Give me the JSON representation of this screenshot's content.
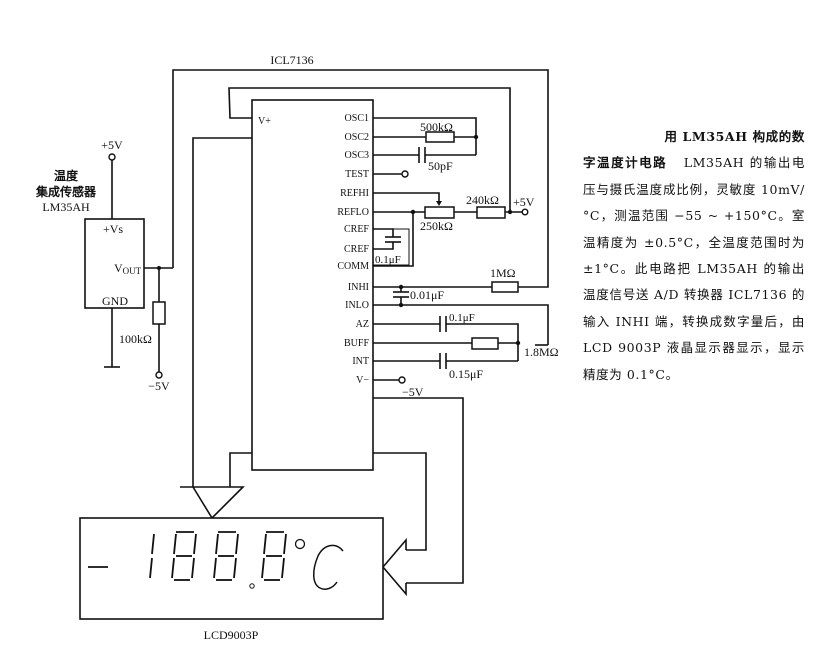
{
  "title": "用 LM35AH 构成的数字温度计电路",
  "caption": {
    "title_part1": "用 LM35AH 构成的数",
    "title_part2": "字温度计电路",
    "body": "LM35AH 的输出电压与摄氏温度成比例，灵敏度 10mV/°C，测温范围 −55 ~ +150°C。室温精度为 ±0.5°C，全温度范围时为 ±1°C。此电路把 LM35AH 的输出温度信号送 A/D 转换器 ICL7136 的输入 INHI 端，转换成数字量后，由 LCD 9003P 液晶显示器显示，显示精度为 0.1°C。"
  },
  "sensor": {
    "label_line1": "温度",
    "label_line2": "集成传感器",
    "part": "LM35AH",
    "pins": {
      "vs": "+Vs",
      "vout": "V",
      "vout_sub": "OUT",
      "gnd": "GND"
    },
    "supply": "+5V",
    "pulldown_resistor": "100kΩ",
    "pulldown_supply": "−5V"
  },
  "adc": {
    "part": "ICL7136",
    "left_pin": "V+",
    "pins": [
      "OSC1",
      "OSC2",
      "OSC3",
      "TEST",
      "REFHI",
      "REFLO",
      "CREF",
      "CREF",
      "COMM",
      "INHI",
      "INLO",
      "AZ",
      "BUFF",
      "INT",
      "V−"
    ]
  },
  "components": {
    "osc_resistor": "500kΩ",
    "osc_capacitor": "50pF",
    "ref_pot": "250kΩ",
    "ref_resistor": "240kΩ",
    "ref_supply": "+5V",
    "cref_capacitor": "0.1μF",
    "input_resistor": "1MΩ",
    "input_capacitor": "0.01μF",
    "az_capacitor": "0.1μF",
    "buff_resistor": "1.8MΩ",
    "int_capacitor": "0.15μF",
    "vminus_supply": "−5V"
  },
  "display": {
    "part": "LCD9003P",
    "reading": "-188.8",
    "unit_degree": "°",
    "unit": "C"
  }
}
